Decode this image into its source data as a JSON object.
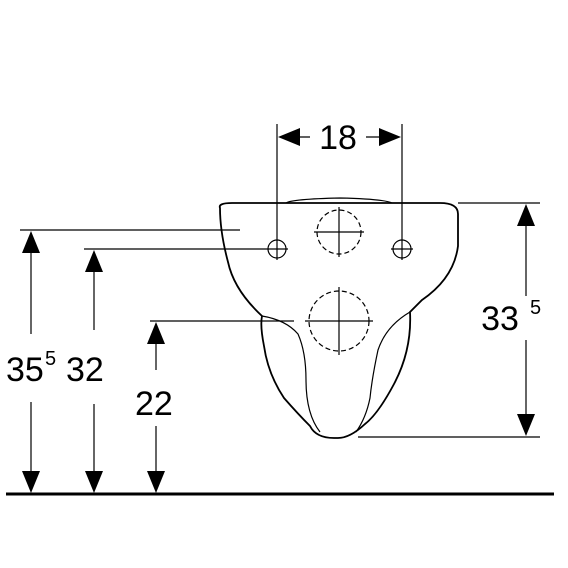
{
  "dimensions": {
    "hole_spacing": {
      "main": "18",
      "sup": ""
    },
    "bowl_height": {
      "main": "33",
      "sup": "5"
    },
    "total_height": {
      "main": "35",
      "sup": "5"
    },
    "fixing_height": {
      "main": "32",
      "sup": ""
    },
    "outlet_height": {
      "main": "22",
      "sup": ""
    }
  },
  "colors": {
    "line": "#000000",
    "background": "#ffffff"
  }
}
